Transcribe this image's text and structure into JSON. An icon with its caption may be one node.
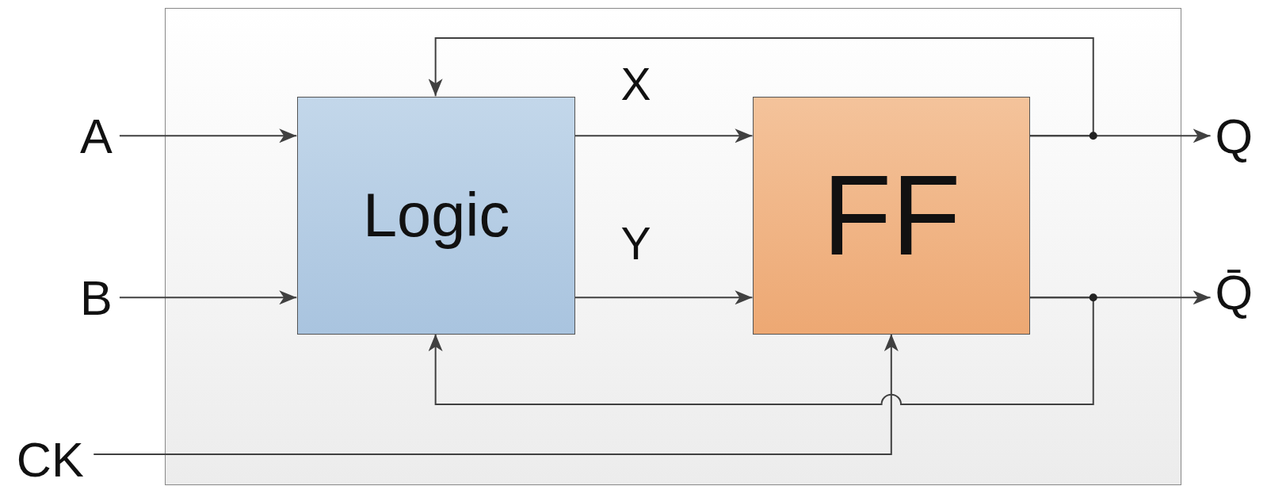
{
  "diagram": {
    "nodes": [
      {
        "text": [],
        "shape": "box"
      },
      {
        "text": [
          "Logic"
        ],
        "in": 0
      },
      {
        "text": [
          "FF"
        ],
        "in": 0
      },
      {
        "text": [
          "A"
        ]
      },
      {
        "text": [
          "B"
        ]
      },
      {
        "text": [
          "CK"
        ]
      },
      {
        "text": [
          "Q"
        ]
      },
      {
        "text": [
          "Q̄"
        ]
      }
    ],
    "edges": [
      {
        "from": 3,
        "to": 1,
        "arrow": "to"
      },
      {
        "from": 4,
        "to": 1,
        "arrow": "to"
      },
      {
        "from": 1,
        "to": 2,
        "arrow": "to",
        "label": "X"
      },
      {
        "from": 1,
        "to": 2,
        "arrow": "to",
        "label": "Y"
      },
      {
        "from": 2,
        "to": 6,
        "arrow": "to"
      },
      {
        "from": 2,
        "to": 7,
        "arrow": "to"
      },
      {
        "from": 2,
        "to": 1,
        "arrow": "to"
      },
      {
        "from": 2,
        "to": 1,
        "arrow": "to"
      },
      {
        "from": 5,
        "to": 2,
        "arrow": "to"
      }
    ]
  }
}
